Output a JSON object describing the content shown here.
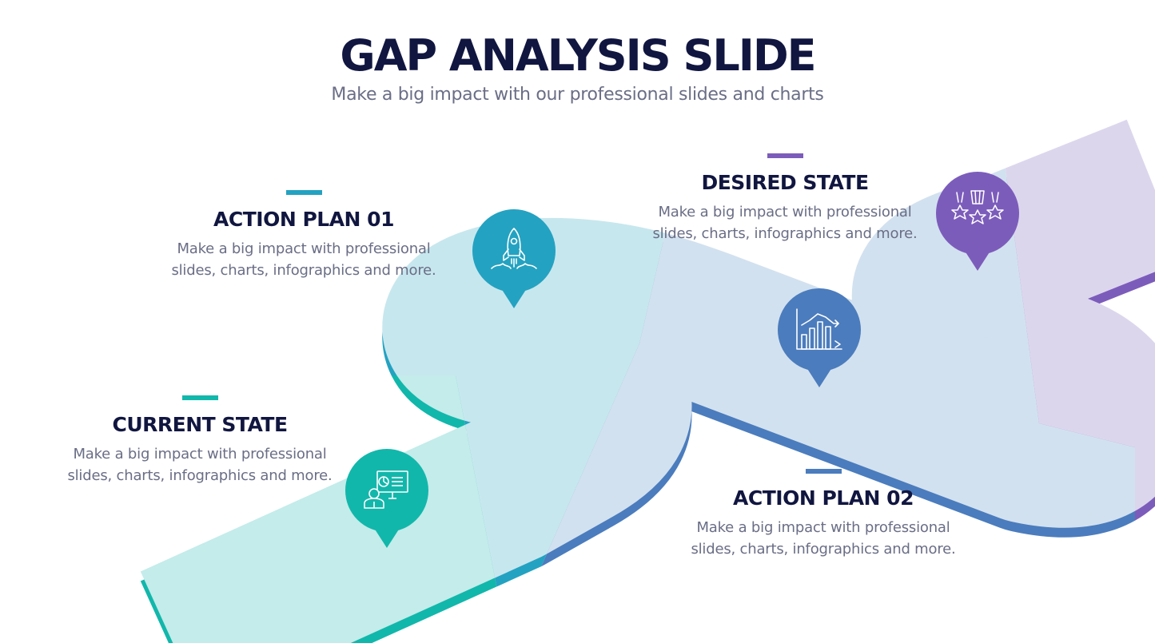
{
  "header": {
    "title": "GAP ANALYSIS SLIDE",
    "subtitle": "Make a big impact with our professional slides and charts"
  },
  "colors": {
    "navy": "#111640",
    "teal": "#12b7ab",
    "cyan": "#24a2c1",
    "blue": "#4b7cbd",
    "purple": "#7c5cbb",
    "road_teal_light": "#c3ecea",
    "road_cyan_light": "#c7e7ee",
    "road_blue_light": "#d2e1ef",
    "road_purple_light": "#dcd6ed"
  },
  "stages": [
    {
      "id": "current-state",
      "heading": "CURRENT STATE",
      "description": "Make a big impact with professional slides, charts, infographics and more.",
      "icon": "presentation-icon"
    },
    {
      "id": "action-plan-01",
      "heading": "ACTION PLAN 01",
      "description": "Make a big impact with professional slides, charts, infographics and more.",
      "icon": "rocket-icon"
    },
    {
      "id": "action-plan-02",
      "heading": "ACTION PLAN 02",
      "description": "Make a big impact with professional slides, charts, infographics and more.",
      "icon": "bar-chart-icon"
    },
    {
      "id": "desired-state",
      "heading": "DESIRED STATE",
      "description": "Make a big impact with professional slides, charts, infographics and more.",
      "icon": "award-stars-icon"
    }
  ]
}
